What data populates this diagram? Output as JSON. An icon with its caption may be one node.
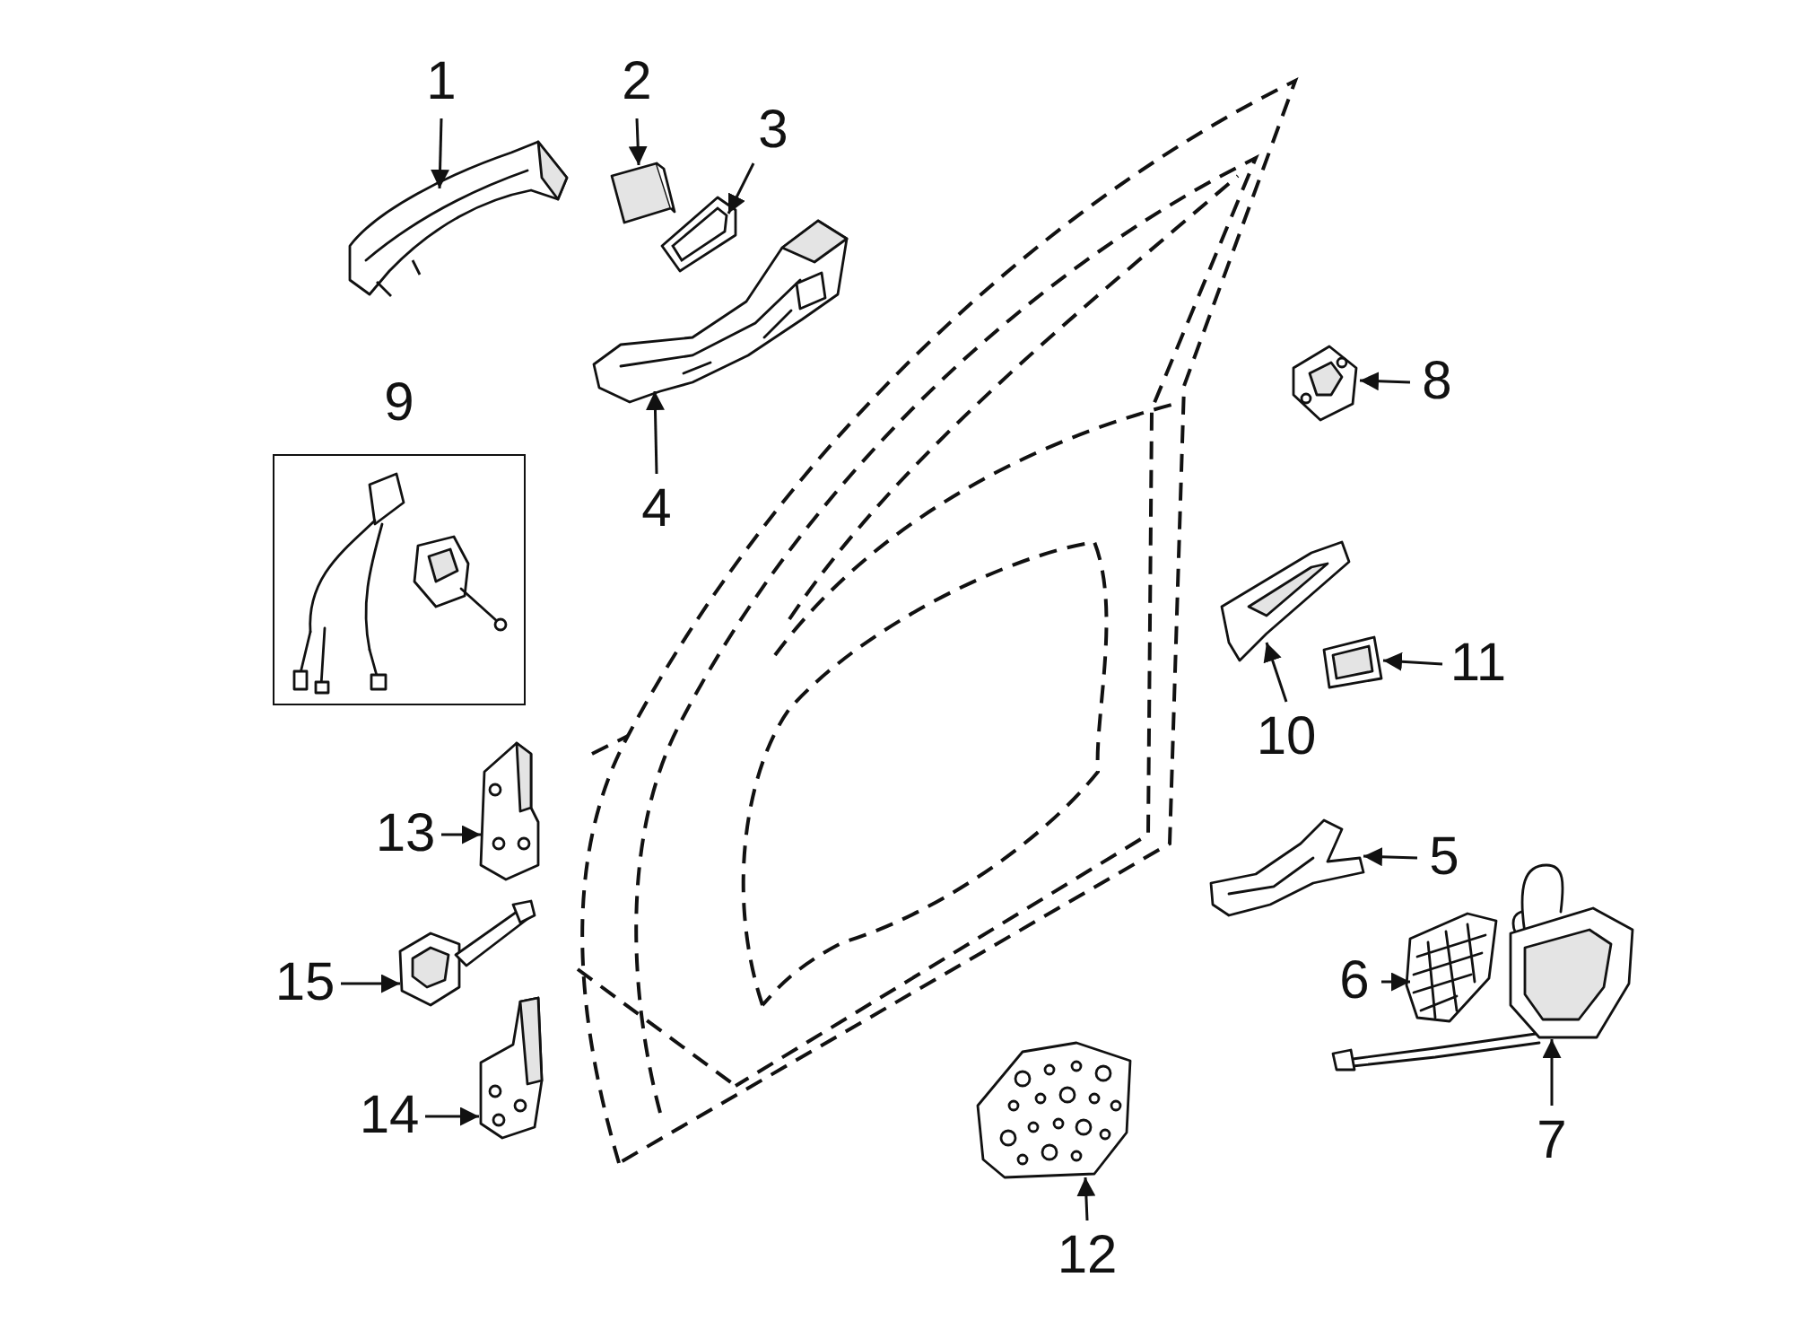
{
  "diagram": {
    "nodes": [
      {
        "text": [
          "1"
        ]
      },
      {
        "text": [],
        "shape": "picture"
      },
      {
        "text": [
          "2"
        ]
      },
      {
        "text": [],
        "shape": "picture"
      },
      {
        "text": [
          "3"
        ]
      },
      {
        "text": [],
        "shape": "picture"
      },
      {
        "text": [
          "4"
        ]
      },
      {
        "text": [],
        "shape": "picture"
      },
      {
        "text": [
          "8"
        ]
      },
      {
        "text": [],
        "shape": "picture"
      },
      {
        "text": [
          "9"
        ]
      },
      {
        "text": [],
        "shape": "picture",
        "in": 10
      },
      {
        "text": [],
        "shape": "picture",
        "in": 10
      },
      {
        "text": [
          "10"
        ]
      },
      {
        "text": [],
        "shape": "picture"
      },
      {
        "text": [
          "11"
        ]
      },
      {
        "text": [],
        "shape": "picture"
      },
      {
        "text": [
          "13"
        ]
      },
      {
        "text": [],
        "shape": "picture"
      },
      {
        "text": [
          "5"
        ]
      },
      {
        "text": [],
        "shape": "picture"
      },
      {
        "text": [
          "15"
        ]
      },
      {
        "text": [],
        "shape": "picture"
      },
      {
        "text": [
          "6"
        ]
      },
      {
        "text": [],
        "shape": "picture"
      },
      {
        "text": [
          "14"
        ]
      },
      {
        "text": [],
        "shape": "picture"
      },
      {
        "text": [
          "7"
        ]
      },
      {
        "text": [],
        "shape": "picture"
      },
      {
        "text": [
          "12"
        ]
      },
      {
        "text": [],
        "shape": "picture"
      }
    ],
    "edges": [
      {
        "from": 0,
        "to": 1,
        "arrow": "to"
      },
      {
        "from": 2,
        "to": 3,
        "arrow": "to"
      },
      {
        "from": 4,
        "to": 5,
        "arrow": "to"
      },
      {
        "from": 6,
        "to": 7,
        "arrow": "to"
      },
      {
        "from": 8,
        "to": 9,
        "arrow": "to"
      },
      {
        "from": 13,
        "to": 14,
        "arrow": "to"
      },
      {
        "from": 15,
        "to": 16,
        "arrow": "to"
      },
      {
        "from": 17,
        "to": 18,
        "arrow": "to"
      },
      {
        "from": 19,
        "to": 20,
        "arrow": "to"
      },
      {
        "from": 21,
        "to": 22,
        "arrow": "to"
      },
      {
        "from": 23,
        "to": 24,
        "arrow": "to"
      },
      {
        "from": 25,
        "to": 26,
        "arrow": "to"
      },
      {
        "from": 27,
        "to": 28,
        "arrow": "to"
      },
      {
        "from": 29,
        "to": 30,
        "arrow": "to"
      }
    ]
  }
}
